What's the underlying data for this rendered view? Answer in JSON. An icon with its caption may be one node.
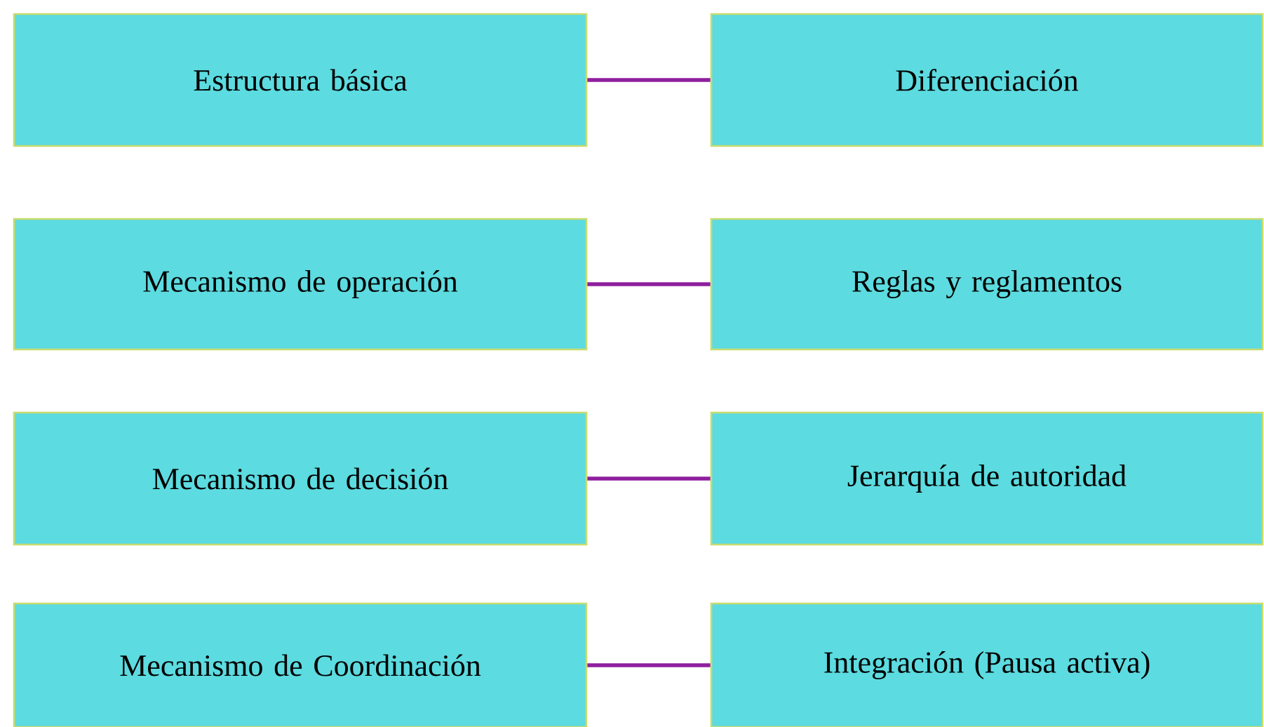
{
  "diagram": {
    "nodes": [
      {
        "text": [
          "Estructura básica"
        ]
      },
      {
        "text": [
          "Diferenciación"
        ]
      },
      {
        "text": [
          "Mecanismo de operación"
        ]
      },
      {
        "text": [
          "Reglas y reglamentos"
        ]
      },
      {
        "text": [
          "Mecanismo de decisión"
        ]
      },
      {
        "text": [
          "Jerarquía de autoridad"
        ]
      },
      {
        "text": [
          "Mecanismo de Coordinación"
        ]
      },
      {
        "text": [
          "Integración (Pausa activa)"
        ]
      }
    ],
    "edges": [
      {
        "from": 0,
        "to": 1,
        "arrow": "none"
      },
      {
        "from": 2,
        "to": 3,
        "arrow": "none"
      },
      {
        "from": 4,
        "to": 5,
        "arrow": "none"
      },
      {
        "from": 6,
        "to": 7,
        "arrow": "none"
      }
    ]
  }
}
